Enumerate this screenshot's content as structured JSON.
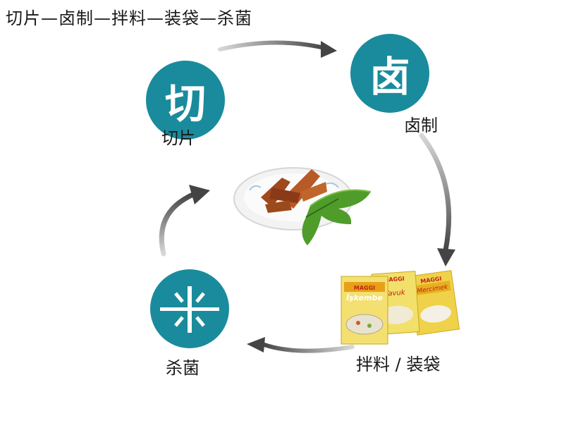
{
  "title": "切片—卤制—拌料—装袋—杀菌",
  "steps": [
    {
      "symbol": "切",
      "label": "切片"
    },
    {
      "symbol": "卤",
      "label": "卤制"
    },
    {
      "symbol": "",
      "label": "拌料 / 装袋"
    },
    {
      "symbol": "",
      "label": "杀菌"
    }
  ],
  "colors": {
    "node": "#1a8b9c",
    "arrow": "#555555"
  },
  "packages": {
    "brand": "MAGGI",
    "names": [
      "İşkembe",
      "Tavuk",
      "Mercimek"
    ]
  }
}
